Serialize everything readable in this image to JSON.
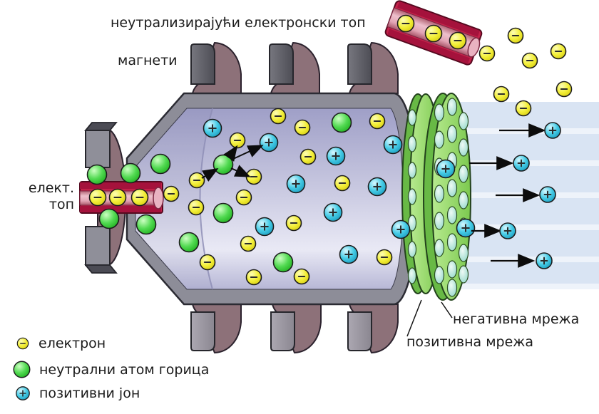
{
  "title": "неутрализирајући електронски топ",
  "labels": {
    "magnets": "магнети",
    "electron_gun_line1": "елект.",
    "electron_gun_line2": "топ",
    "negative_grid": "негативна мрежа",
    "positive_grid": "позитивна мрежа"
  },
  "legend": {
    "items": [
      {
        "kind": "electron",
        "symbol": "−",
        "label": "електрон"
      },
      {
        "kind": "atom",
        "symbol": "",
        "label": "неутрални атом горица"
      },
      {
        "kind": "ion",
        "symbol": "+",
        "label": "позитивни јон"
      }
    ]
  },
  "colors": {
    "electron": "#f3ef38",
    "neutral_atom": "#3ed03e",
    "positive_ion": "#46cce6",
    "gun_body": "#c32149",
    "gun_channel": "#e9b2c1",
    "grid_green": "#8fd463",
    "magnet_body": "#8d7179",
    "magnet_face": "#5d5d63",
    "casing_gray": "#8d8d98",
    "chamber_lavender": "#c9c9e1",
    "beam_stripe": "#d9e4f3"
  },
  "particles": {
    "chamber_electrons": [
      [
        390,
        163
      ],
      [
        424,
        179
      ],
      [
        529,
        170
      ],
      [
        333,
        197
      ],
      [
        432,
        220
      ],
      [
        276,
        253
      ],
      [
        356,
        248
      ],
      [
        480,
        257
      ],
      [
        342,
        277
      ],
      [
        275,
        291
      ],
      [
        412,
        313
      ],
      [
        348,
        342
      ],
      [
        539,
        361
      ],
      [
        291,
        368
      ],
      [
        356,
        389
      ],
      [
        423,
        388
      ],
      [
        240,
        272
      ]
    ],
    "neutral_atoms": [
      [
        136,
        245
      ],
      [
        183,
        243
      ],
      [
        225,
        230
      ],
      [
        153,
        307
      ],
      [
        205,
        315
      ],
      [
        265,
        340
      ],
      [
        313,
        231
      ],
      [
        313,
        299
      ],
      [
        397,
        368
      ],
      [
        479,
        172
      ]
    ],
    "chamber_ions": [
      [
        298,
        180
      ],
      [
        377,
        200
      ],
      [
        551,
        203
      ],
      [
        471,
        219
      ],
      [
        415,
        258
      ],
      [
        529,
        262
      ],
      [
        467,
        298
      ],
      [
        371,
        318
      ],
      [
        562,
        322
      ],
      [
        489,
        357
      ]
    ],
    "grid_ions": [
      [
        625,
        237
      ],
      [
        653,
        320
      ]
    ],
    "beam_ions": [
      [
        775,
        183
      ],
      [
        731,
        229
      ],
      [
        768,
        273
      ],
      [
        712,
        324
      ],
      [
        763,
        366
      ]
    ],
    "gun_left_electrons": [
      [
        137,
        277
      ],
      [
        165,
        277
      ],
      [
        196,
        277
      ]
    ],
    "gun_top_electrons": [
      [
        569,
        33
      ],
      [
        608,
        47
      ],
      [
        642,
        57
      ]
    ],
    "free_electrons": [
      [
        683,
        75
      ],
      [
        723,
        50
      ],
      [
        743,
        85
      ],
      [
        783,
        72
      ],
      [
        703,
        132
      ],
      [
        734,
        152
      ],
      [
        791,
        125
      ]
    ]
  },
  "arrows": {
    "beam": [
      [
        700,
        183,
        761,
        183
      ],
      [
        658,
        229,
        716,
        229
      ],
      [
        695,
        274,
        753,
        274
      ],
      [
        661,
        324,
        699,
        324
      ],
      [
        688,
        366,
        746,
        366
      ]
    ],
    "collision": [
      [
        283,
        250,
        303,
        238
      ],
      [
        322,
        220,
        331,
        207
      ],
      [
        327,
        223,
        366,
        205
      ],
      [
        324,
        236,
        348,
        247
      ]
    ]
  }
}
